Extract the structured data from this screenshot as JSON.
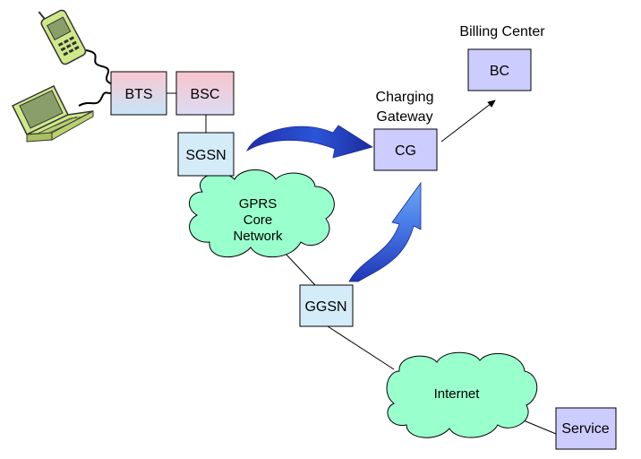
{
  "nodes": {
    "bts": "BTS",
    "bsc": "BSC",
    "sgsn": "SGSN",
    "ggsn": "GGSN",
    "cg": "CG",
    "bc": "BC",
    "service": "Service"
  },
  "clouds": {
    "gprs_line1": "GPRS",
    "gprs_line2": "Core",
    "gprs_line3": "Network",
    "internet": "Internet"
  },
  "labels": {
    "billing_center": "Billing Center",
    "charging_line1": "Charging",
    "charging_line2": "Gateway"
  },
  "colors": {
    "box_pink_top": "#f9c8d2",
    "box_blue_bottom": "#c8e4f8",
    "box_light_blue": "#d4ecf8",
    "box_lavender": "#ccccff",
    "cloud_fill": "#99ffcc",
    "arrow_dark_blue": "#1f2ea8",
    "arrow_light_blue": "#5b9cf0",
    "device_green": "#cfe88a"
  },
  "icons": {
    "phone": "mobile-phone-icon",
    "laptop": "laptop-icon"
  }
}
